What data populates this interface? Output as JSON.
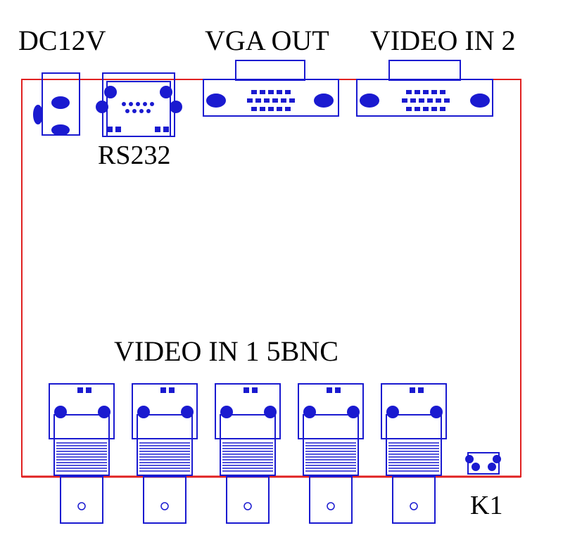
{
  "labels": {
    "dc12v": "DC12V",
    "vga_out": "VGA OUT",
    "video_in_2": "VIDEO IN 2",
    "rs232": "RS232",
    "video_in_1": "VIDEO IN 1 5BNC",
    "k1": "K1"
  },
  "colors": {
    "board_outline": "#e02020",
    "connector": "#1a1ad0",
    "text": "#000000"
  }
}
